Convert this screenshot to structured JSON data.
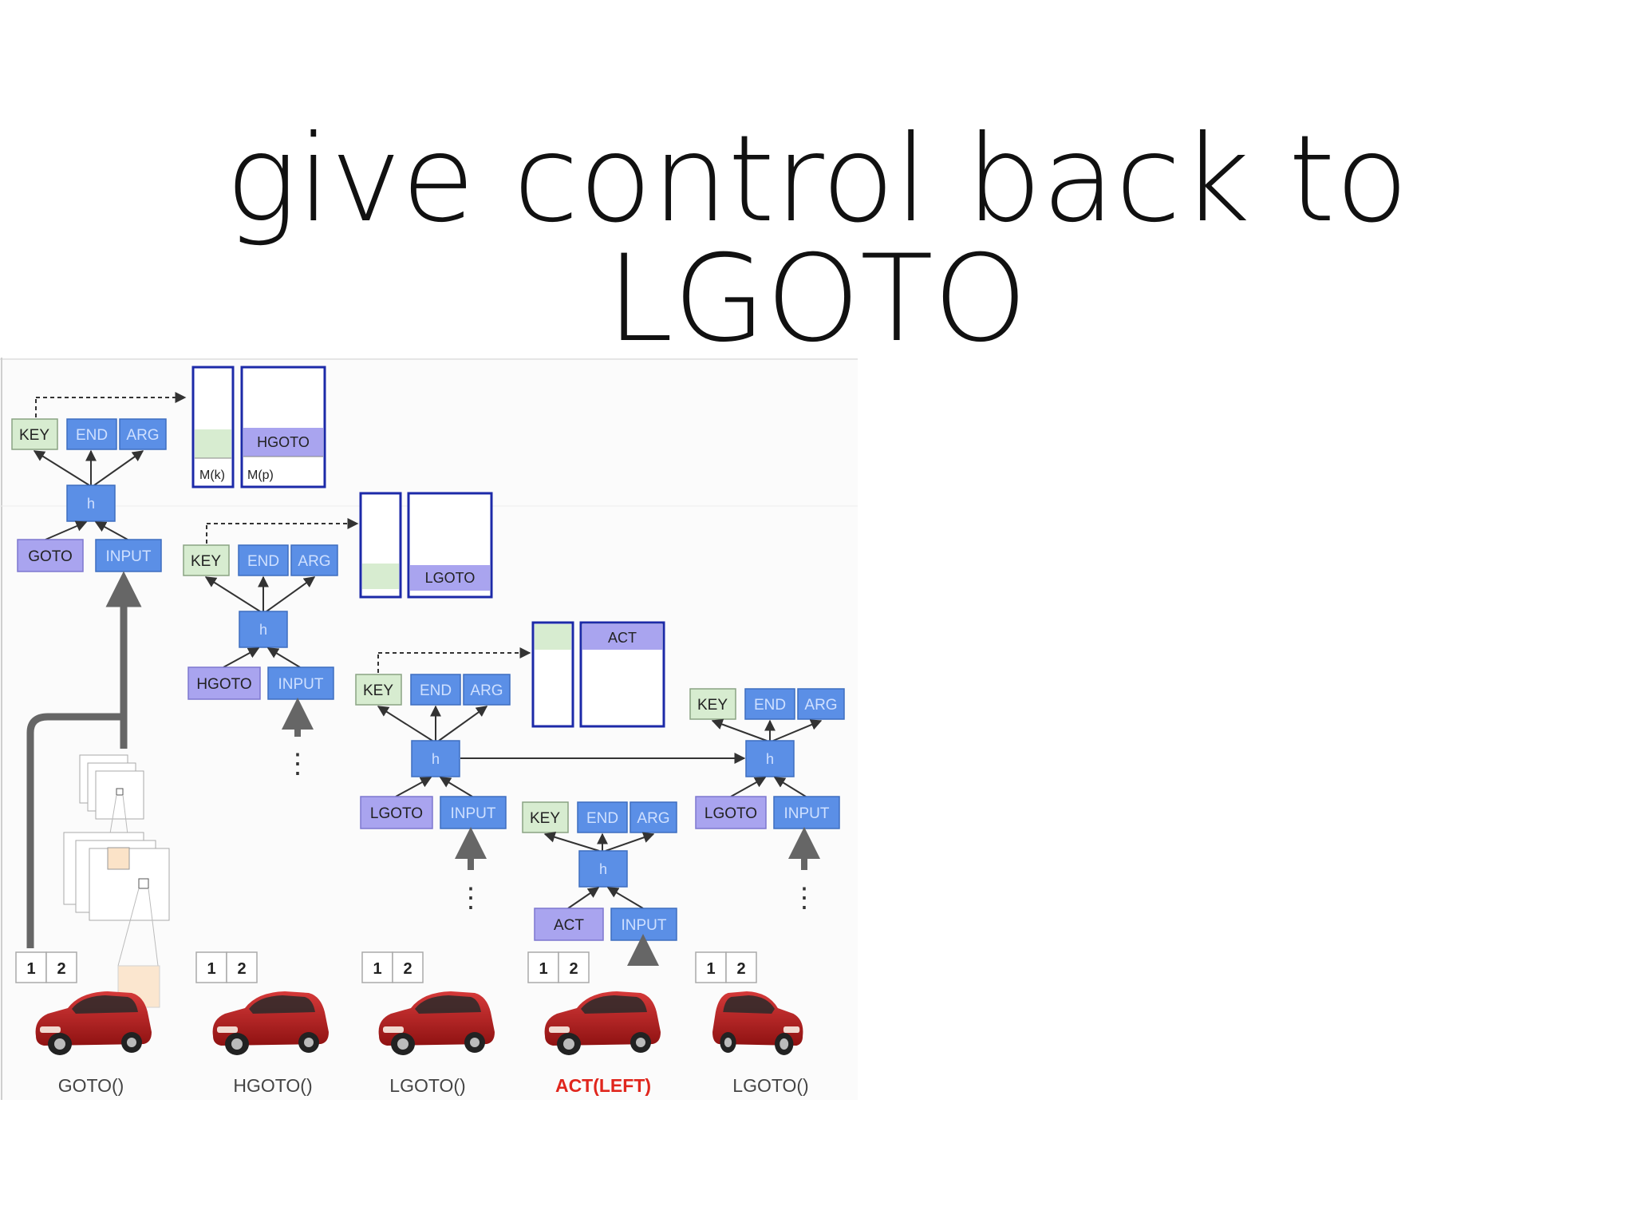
{
  "slide": {
    "title": "give control back to LGOTO"
  },
  "colors": {
    "key": "#d7ecd0",
    "blue": "#5b8fe6",
    "purple": "#a9a4ef",
    "border": "#1c2aa8",
    "dark": "#555555",
    "act_red": "#e0261d"
  },
  "stage1": {
    "key": "KEY",
    "end": "END",
    "arg": "ARG",
    "h": "h",
    "prog": "GOTO",
    "input": "INPUT",
    "mem_k": "M(k)",
    "mem_p": "M(p)",
    "mem_entry": "HGOTO"
  },
  "stage2": {
    "key": "KEY",
    "end": "END",
    "arg": "ARG",
    "h": "h",
    "prog": "HGOTO",
    "input": "INPUT",
    "mem_entry": "LGOTO"
  },
  "stage3": {
    "key": "KEY",
    "end": "END",
    "arg": "ARG",
    "h": "h",
    "prog": "LGOTO",
    "input": "INPUT",
    "mem_entry": "ACT"
  },
  "stage4": {
    "key": "KEY",
    "end": "END",
    "arg": "ARG",
    "h": "h",
    "prog": "ACT",
    "input": "INPUT"
  },
  "stage5": {
    "key": "KEY",
    "end": "END",
    "arg": "ARG",
    "h": "h",
    "prog": "LGOTO",
    "input": "INPUT"
  },
  "frames": [
    {
      "n1": "1",
      "n2": "2",
      "caption": "GOTO()"
    },
    {
      "n1": "1",
      "n2": "2",
      "caption": "HGOTO()"
    },
    {
      "n1": "1",
      "n2": "2",
      "caption": "LGOTO()"
    },
    {
      "n1": "1",
      "n2": "2",
      "caption": "ACT(LEFT)"
    },
    {
      "n1": "1",
      "n2": "2",
      "caption": "LGOTO()"
    }
  ],
  "dots": "⋮"
}
